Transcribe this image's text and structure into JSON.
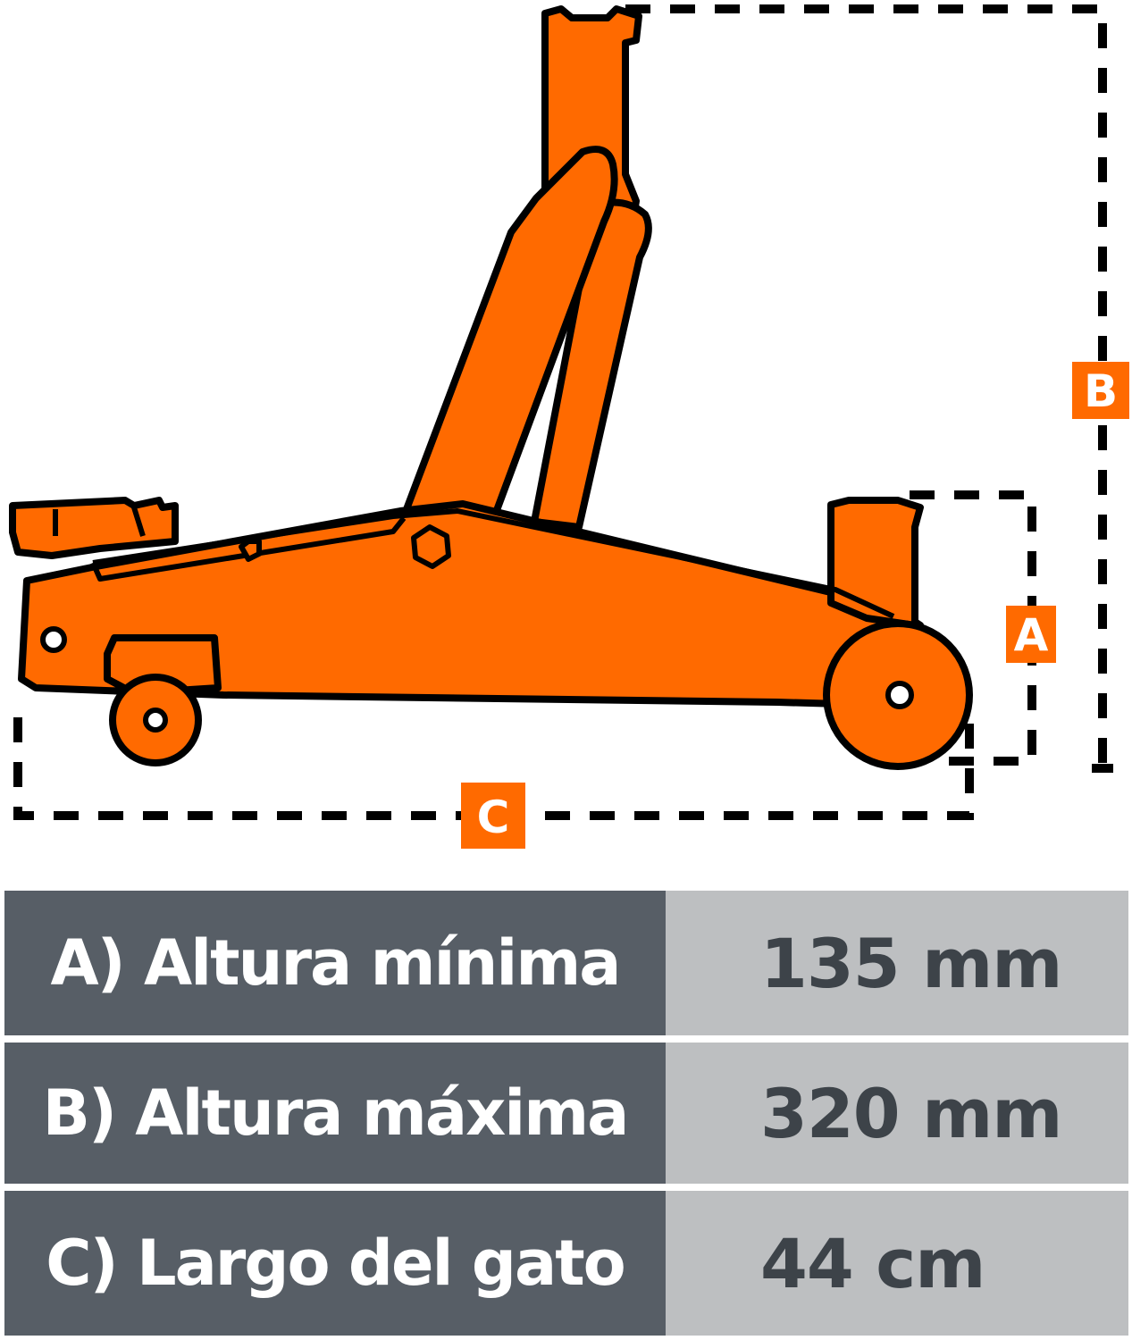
{
  "colors": {
    "jack_orange": "#ff6a00",
    "outline": "#000000",
    "label_bg": "#575e66",
    "value_bg": "#bdbfc1",
    "value_text": "#3d4349"
  },
  "diagram": {
    "dimension_labels": {
      "a": "A",
      "b": "B",
      "c": "C"
    }
  },
  "specs": [
    {
      "label": "A) Altura mínima",
      "value": "135 mm"
    },
    {
      "label": "B) Altura máxima",
      "value": "320 mm"
    },
    {
      "label": "C) Largo del gato",
      "value": "44 cm"
    }
  ]
}
